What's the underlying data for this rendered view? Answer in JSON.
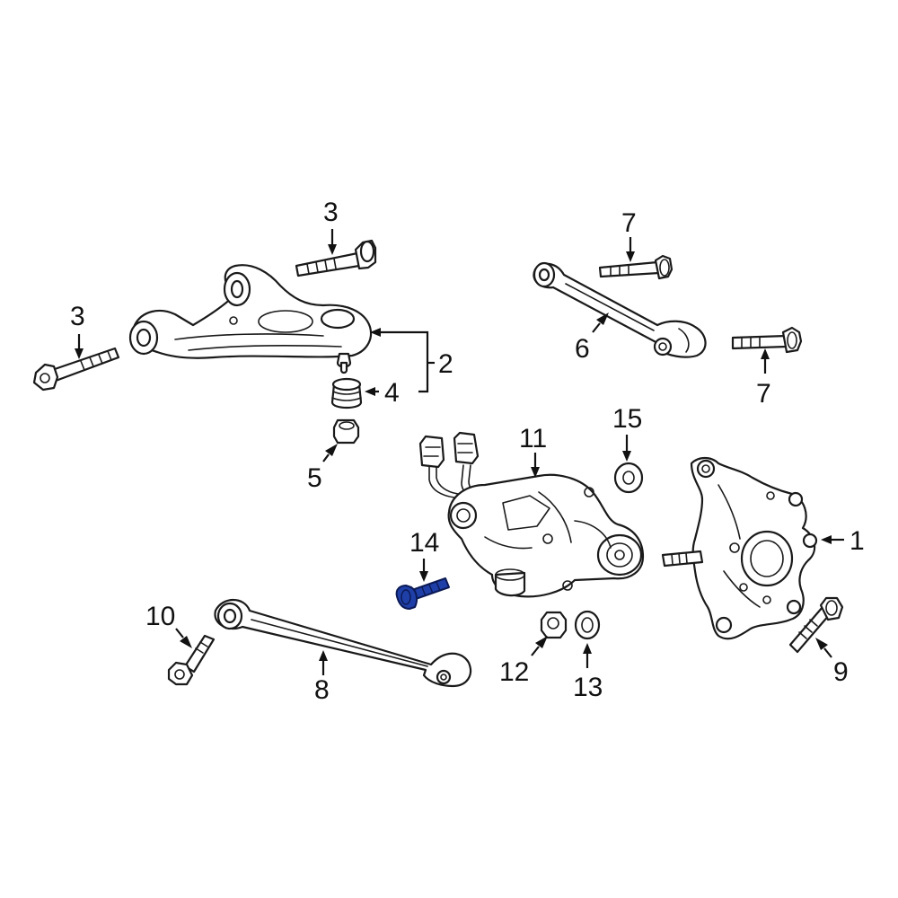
{
  "callouts": {
    "c1": "1",
    "c2": "2",
    "c3a": "3",
    "c3b": "3",
    "c4": "4",
    "c5": "5",
    "c6": "6",
    "c7a": "7",
    "c7b": "7",
    "c8": "8",
    "c9": "9",
    "c10": "10",
    "c11": "11",
    "c12": "12",
    "c13": "13",
    "c14": "14",
    "c15": "15"
  },
  "colors": {
    "highlight_part": "#1f3fa8",
    "line_art": "#1a1a1a",
    "background": "#ffffff"
  },
  "highlighted_part": "14"
}
